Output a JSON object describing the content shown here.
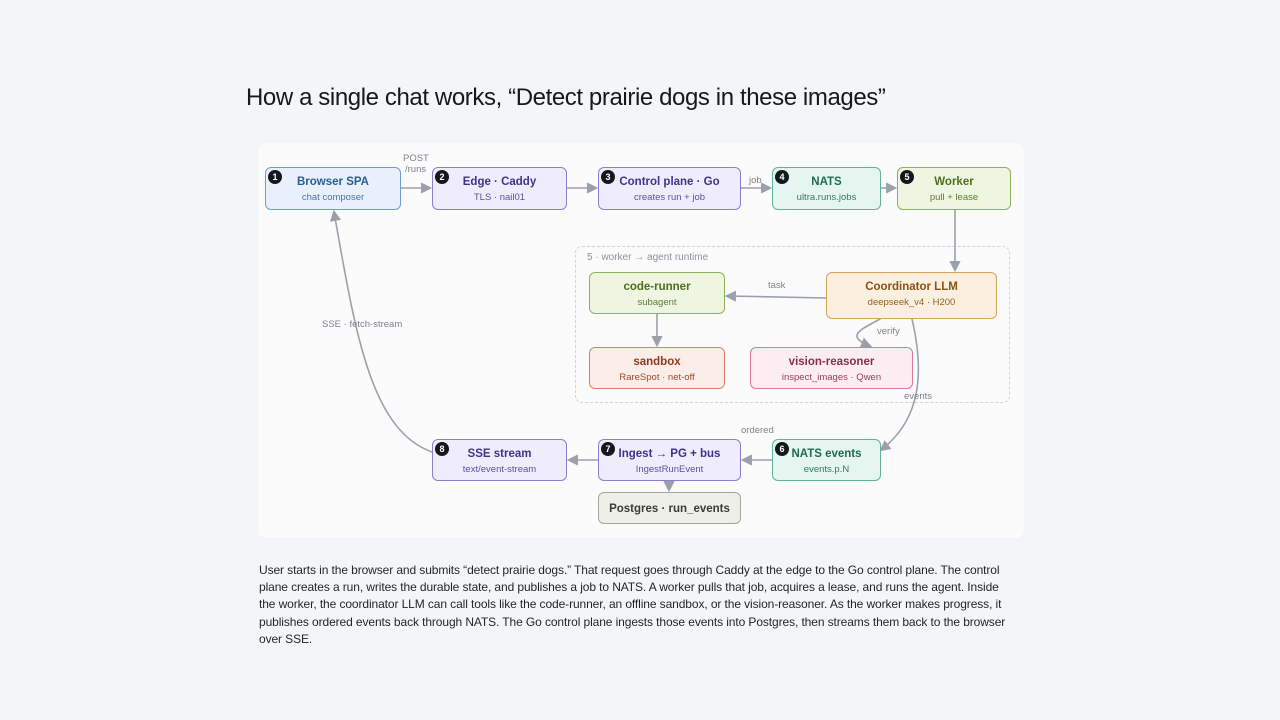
{
  "title": "How a single chat works, “Detect prairie dogs in these images”",
  "runtime_group_label": "5 · worker → agent runtime",
  "nodes": {
    "browser": {
      "badge": "1",
      "title": "Browser SPA",
      "subtitle": "chat composer"
    },
    "edge": {
      "badge": "2",
      "title": "Edge · Caddy",
      "subtitle": "TLS · nail01"
    },
    "control_plane": {
      "badge": "3",
      "title": "Control plane · Go",
      "subtitle": "creates run + job"
    },
    "nats": {
      "badge": "4",
      "title": "NATS",
      "subtitle": "ultra.runs.jobs"
    },
    "worker": {
      "badge": "5",
      "title": "Worker",
      "subtitle": "pull + lease"
    },
    "code_runner": {
      "title": "code-runner",
      "subtitle": "subagent"
    },
    "coordinator": {
      "title": "Coordinator LLM",
      "subtitle": "deepseek_v4 · H200"
    },
    "sandbox": {
      "title": "sandbox",
      "subtitle": "RareSpot · net-off"
    },
    "vision": {
      "title": "vision-reasoner",
      "subtitle": "inspect_images · Qwen"
    },
    "sse": {
      "badge": "8",
      "title": "SSE stream",
      "subtitle": "text/event-stream"
    },
    "ingest": {
      "badge": "7",
      "title": "Ingest → PG + bus",
      "subtitle": "IngestRunEvent"
    },
    "nats_events": {
      "badge": "6",
      "title": "NATS events",
      "subtitle": "events.p.N"
    },
    "postgres": {
      "title": "Postgres · run_events"
    }
  },
  "edge_labels": {
    "post_runs_1": "POST",
    "post_runs_2": "/runs",
    "job": "job",
    "task": "task",
    "verify": "verify",
    "events": "events",
    "ordered": "ordered",
    "sse_stream": "SSE · fetch-stream"
  },
  "colors": {
    "arrow": "#9ba1ab",
    "badge": "#15171c",
    "blue": "#6f9dcf",
    "purple": "#8b7fd0",
    "teal": "#5fb495",
    "green": "#8db357",
    "orange": "#d5a45c",
    "red": "#d9826a",
    "pink": "#d77c97",
    "gray": "#a6a69b"
  },
  "caption": "User starts in the browser and submits “detect prairie dogs.” That request goes through Caddy at the edge to the Go control plane. The control plane creates a run, writes the durable state, and publishes a job to NATS. A worker pulls that job, acquires a lease, and runs the agent. Inside the worker, the coordinator LLM can call tools like the code-runner, an offline sandbox, or the vision-reasoner. As the worker makes progress, it publishes ordered events back through NATS. The Go control plane ingests those events into Postgres, then streams them back to the browser over SSE."
}
